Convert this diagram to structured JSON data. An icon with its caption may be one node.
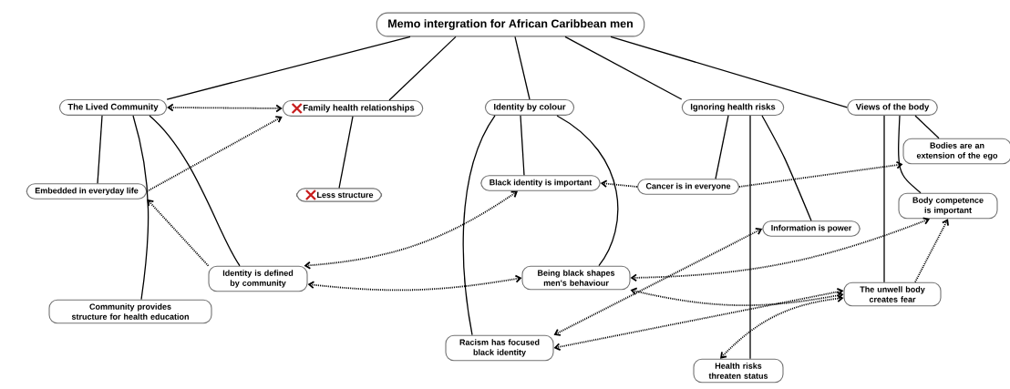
{
  "diagram": {
    "nodes": [
      {
        "text": [
          "Memo intergration for African Caribbean men"
        ]
      },
      {
        "text": [
          "The Lived Community"
        ]
      },
      {
        "text": [
          "Family health relationships"
        ]
      },
      {
        "text": [
          "Identity by colour"
        ]
      },
      {
        "text": [
          "Ignoring health risks"
        ]
      },
      {
        "text": [
          "Views of the body"
        ]
      },
      {
        "text": [
          "Embedded in everyday life"
        ]
      },
      {
        "text": [
          "Less structure"
        ]
      },
      {
        "text": [
          "Black identity is important"
        ]
      },
      {
        "text": [
          "Cancer is in everyone"
        ]
      },
      {
        "text": [
          "Bodies are an extension of the ego"
        ]
      },
      {
        "text": [
          "Body competence is important"
        ]
      },
      {
        "text": [
          "Information is power"
        ]
      },
      {
        "text": [
          "Identity is defined by community"
        ]
      },
      {
        "text": [
          "Being black shapes men's behaviour"
        ]
      },
      {
        "text": [
          "Community provides structure for health education"
        ]
      },
      {
        "text": [
          "The unwell body creates fear"
        ]
      },
      {
        "text": [
          "Racism has focused black identity"
        ]
      },
      {
        "text": [
          "Health risks threaten status"
        ]
      }
    ],
    "edges": [
      {
        "from": 0,
        "to": 1,
        "arrow": "none"
      },
      {
        "from": 0,
        "to": 2,
        "arrow": "none"
      },
      {
        "from": 0,
        "to": 3,
        "arrow": "none"
      },
      {
        "from": 0,
        "to": 4,
        "arrow": "none"
      },
      {
        "from": 0,
        "to": 5,
        "arrow": "none"
      },
      {
        "from": 1,
        "to": 6,
        "arrow": "none"
      },
      {
        "from": 1,
        "to": 15,
        "arrow": "none"
      },
      {
        "from": 1,
        "to": 13,
        "arrow": "none"
      },
      {
        "from": 2,
        "to": 7,
        "arrow": "none"
      },
      {
        "from": 3,
        "to": 8,
        "arrow": "none"
      },
      {
        "from": 3,
        "to": 17,
        "arrow": "none"
      },
      {
        "from": 3,
        "to": 14,
        "arrow": "none"
      },
      {
        "from": 4,
        "to": 9,
        "arrow": "none"
      },
      {
        "from": 4,
        "to": 12,
        "arrow": "none"
      },
      {
        "from": 4,
        "to": 18,
        "arrow": "none"
      },
      {
        "from": 5,
        "to": 10,
        "arrow": "none"
      },
      {
        "from": 5,
        "to": 11,
        "arrow": "none"
      },
      {
        "from": 5,
        "to": 16,
        "arrow": "none"
      },
      {
        "from": 1,
        "to": 2,
        "arrow": "both",
        "style": "dashed"
      },
      {
        "from": 6,
        "to": 2,
        "arrow": "to",
        "style": "dashed"
      },
      {
        "from": 13,
        "to": 6,
        "arrow": "to",
        "style": "dashed"
      },
      {
        "from": 13,
        "to": 8,
        "arrow": "both",
        "style": "dashed"
      },
      {
        "from": 13,
        "to": 14,
        "arrow": "both",
        "style": "dashed"
      },
      {
        "from": 9,
        "to": 8,
        "arrow": "to",
        "style": "dashed"
      },
      {
        "from": 9,
        "to": 10,
        "arrow": "to",
        "style": "dashed"
      },
      {
        "from": 17,
        "to": 12,
        "arrow": "both",
        "style": "dashed"
      },
      {
        "from": 14,
        "to": 16,
        "arrow": "both",
        "style": "dashed"
      },
      {
        "from": 14,
        "to": 11,
        "arrow": "both",
        "style": "dashed"
      },
      {
        "from": 17,
        "to": 16,
        "arrow": "both",
        "style": "dashed"
      },
      {
        "from": 18,
        "to": 16,
        "arrow": "both",
        "style": "dashed"
      },
      {
        "from": 16,
        "to": 11,
        "arrow": "to",
        "style": "dashed"
      }
    ]
  }
}
